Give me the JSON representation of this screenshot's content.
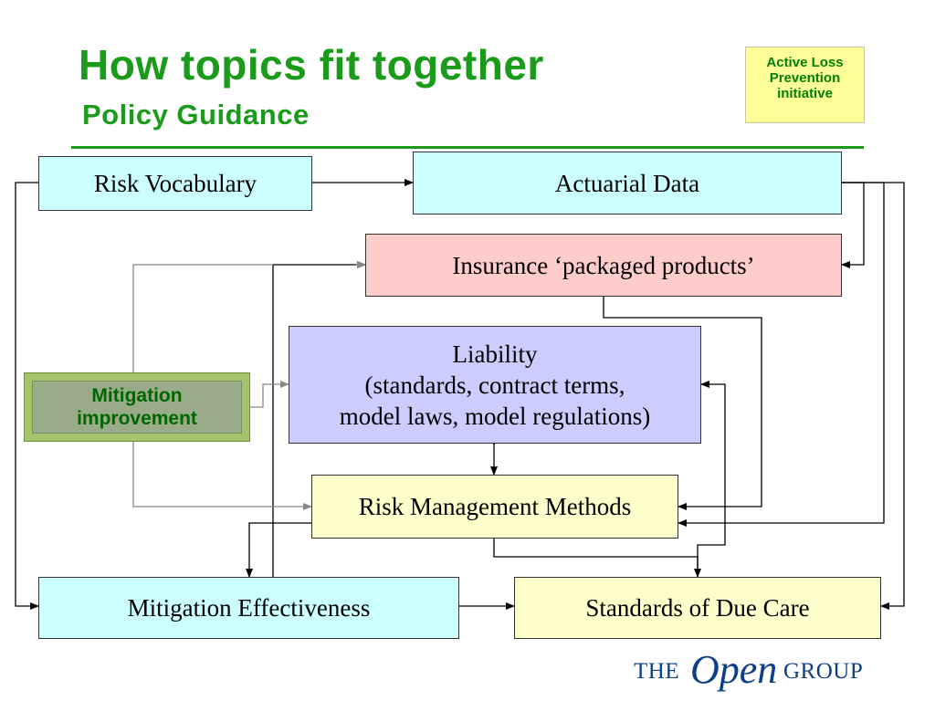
{
  "header": {
    "title": "How topics fit together",
    "subtitle": "Policy Guidance"
  },
  "badge": {
    "lines": [
      "Active Loss",
      "Prevention",
      "initiative"
    ]
  },
  "nodes": {
    "risk_vocabulary": "Risk Vocabulary",
    "actuarial_data": "Actuarial Data",
    "insurance": "Insurance ‘packaged products’",
    "liability": {
      "lines": [
        "Liability",
        "(standards, contract terms,",
        "model laws, model regulations)"
      ]
    },
    "risk_management": "Risk Management Methods",
    "mitigation_effectiveness": "Mitigation Effectiveness",
    "standards_due_care": "Standards of Due Care",
    "mitigation_improvement": {
      "lines": [
        "Mitigation",
        "improvement"
      ]
    }
  },
  "logo": {
    "part1": "THE",
    "part2": "Open",
    "part3": "GROUP"
  },
  "colors": {
    "heading": "#1a9b1a",
    "cyan_box": "#ccffff",
    "pink_box": "#ffcccc",
    "lavender_box": "#ccccff",
    "yellow_box": "#ffffcc",
    "badge": "#ffff99",
    "connector_black": "#000000",
    "connector_gray": "#888888"
  }
}
